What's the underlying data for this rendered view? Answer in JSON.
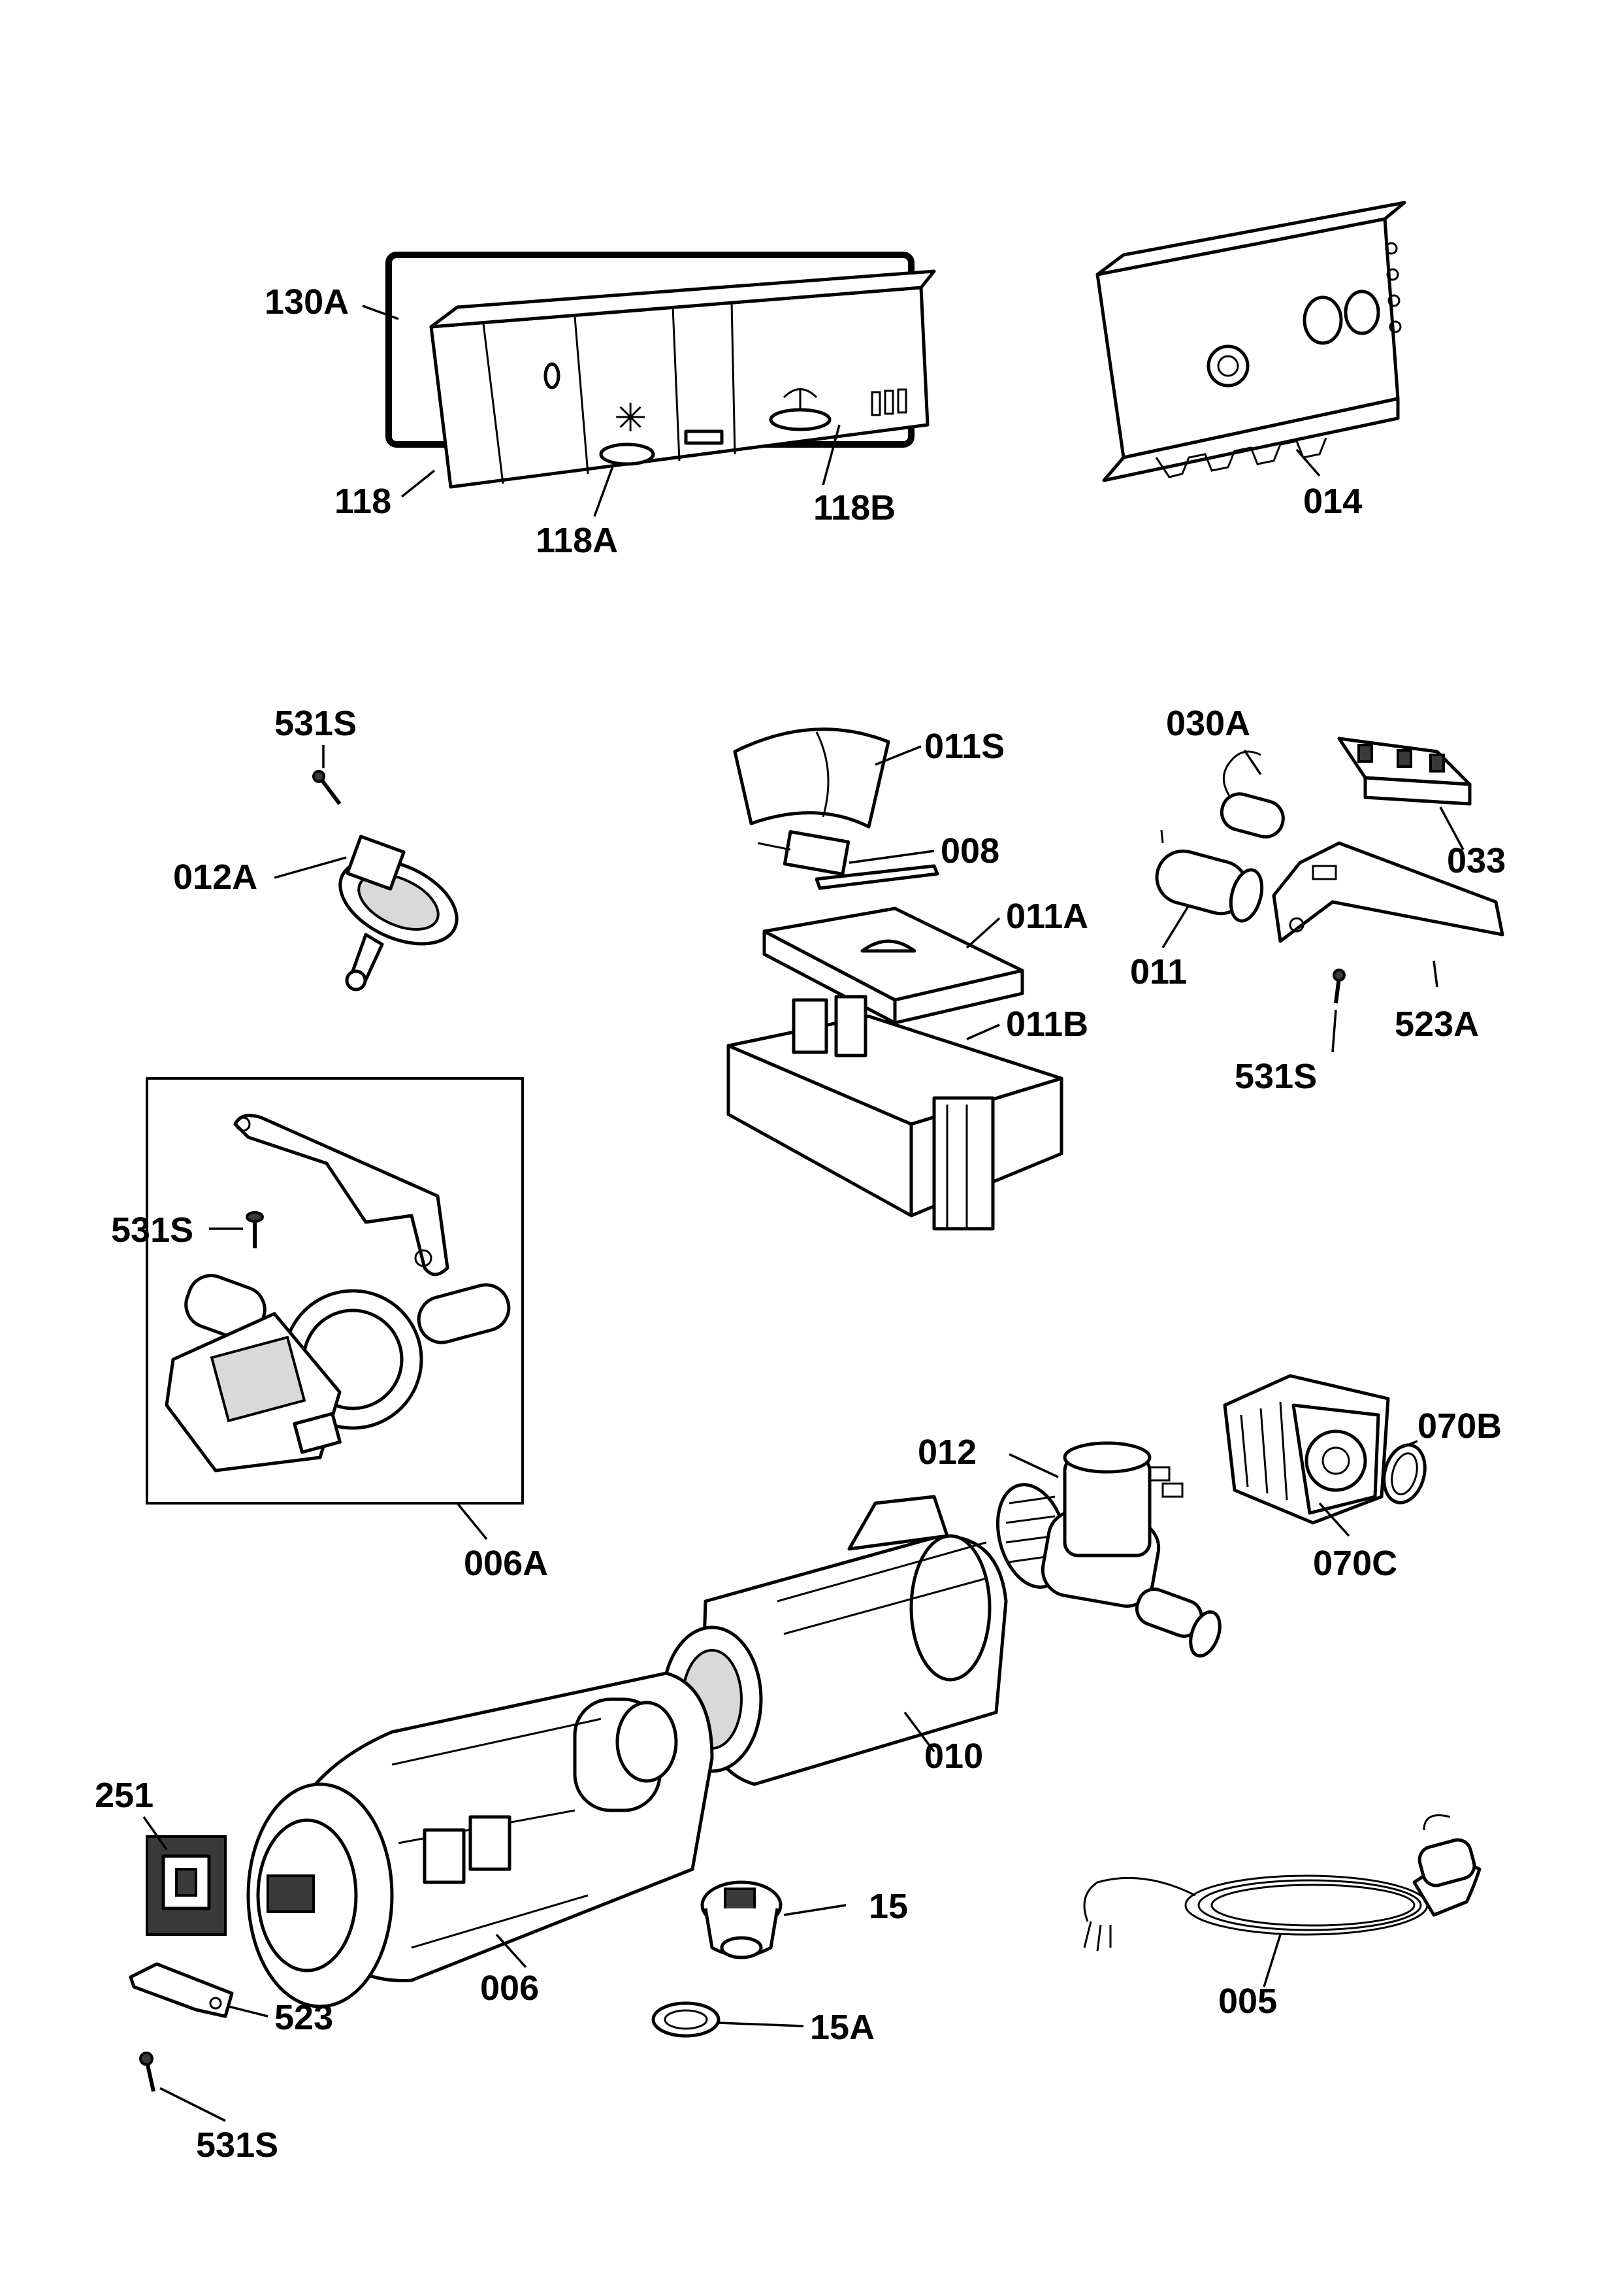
{
  "labels": {
    "l130A": "130A",
    "l118": "118",
    "l118A": "118A",
    "l118B": "118B",
    "l014": "014",
    "l531S_a": "531S",
    "l012A": "012A",
    "l011S": "011S",
    "l008": "008",
    "l011A": "011A",
    "l011B": "011B",
    "l030A": "030A",
    "l033": "033",
    "l011": "011",
    "l523A": "523A",
    "l531S_b": "531S",
    "l531S_c": "531S",
    "l006A": "006A",
    "l012": "012",
    "l070B": "070B",
    "l070C": "070C",
    "l010": "010",
    "l251": "251",
    "l006": "006",
    "l15": "15",
    "l523": "523",
    "l15A": "15A",
    "l531S_d": "531S",
    "l005": "005"
  }
}
